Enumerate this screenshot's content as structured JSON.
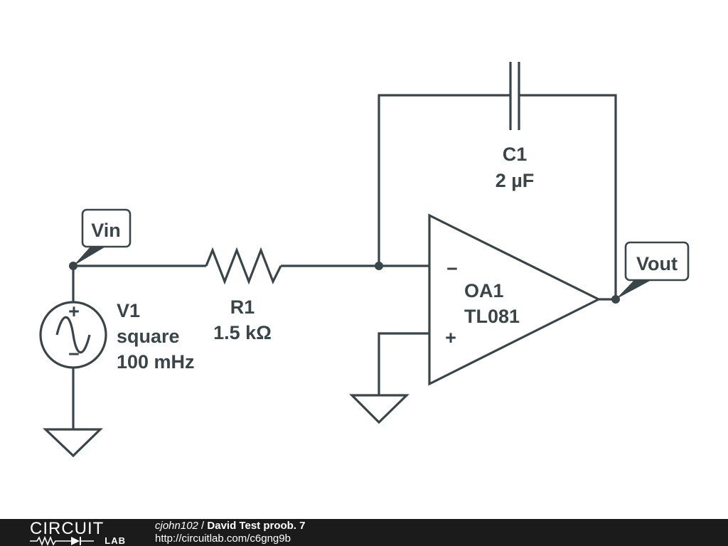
{
  "schematic": {
    "source": {
      "ref": "V1",
      "type": "square",
      "freq": "100 mHz"
    },
    "resistor": {
      "ref": "R1",
      "value": "1.5 kΩ"
    },
    "capacitor": {
      "ref": "C1",
      "value": "2 µF"
    },
    "opamp": {
      "ref": "OA1",
      "part": "TL081",
      "minus": "−",
      "plus": "+"
    },
    "flags": {
      "input": "Vin",
      "output": "Vout"
    },
    "source_plus": "+",
    "source_minus": "−"
  },
  "footer": {
    "logo_top": "CIRCUIT",
    "logo_bottom": "LAB",
    "author": "cjohn102",
    "separator": " / ",
    "title": "David Test proob. 7",
    "url": "http://circuitlab.com/c6gng9b"
  }
}
